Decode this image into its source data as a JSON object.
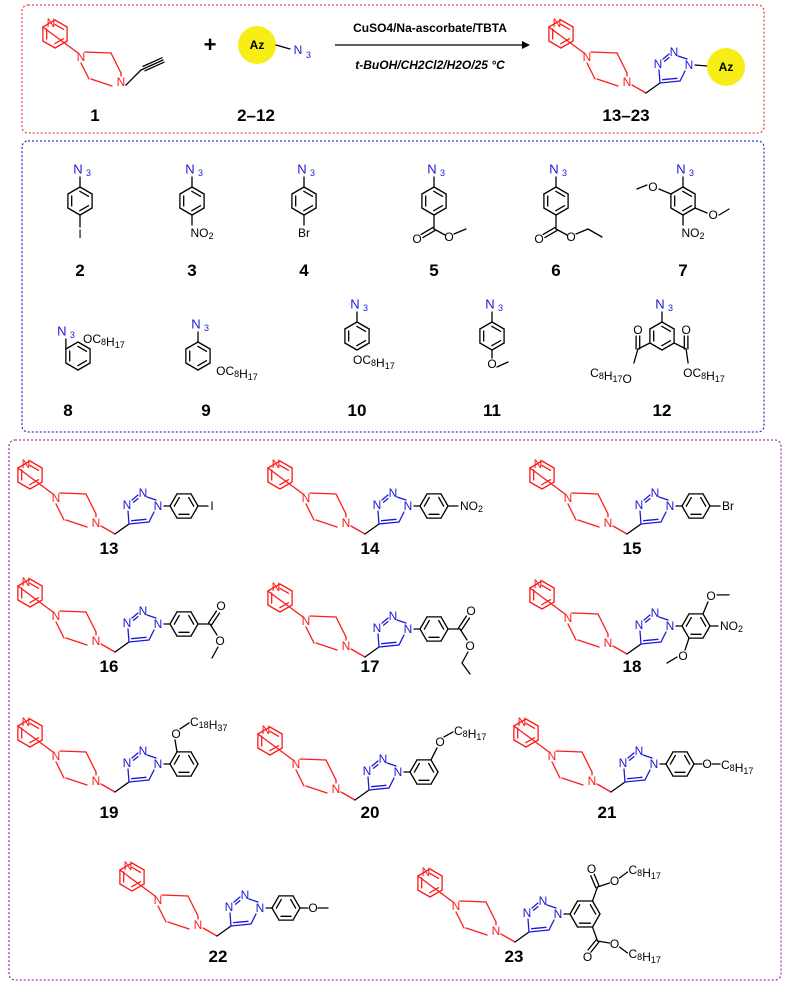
{
  "reaction": {
    "reagents_top": "CuSO4/Na-ascorbate/TBTA",
    "reagents_bottom": "t-BuOH/CH2Cl2/H2O/25 °C",
    "plus": "+",
    "az_label": "Az",
    "azide_label": "N3",
    "labels": [
      "1",
      "2–12",
      "13–23"
    ]
  },
  "azides": [
    {
      "label": "2",
      "substituents": [
        "I"
      ]
    },
    {
      "label": "3",
      "substituents": [
        "NO2"
      ]
    },
    {
      "label": "4",
      "substituents": [
        "Br"
      ]
    },
    {
      "label": "5",
      "substituents": [
        "O"
      ]
    },
    {
      "label": "6",
      "substituents": [
        "O"
      ]
    },
    {
      "label": "7",
      "substituents": [
        "O",
        "O",
        "NO2"
      ]
    },
    {
      "label": "8",
      "substituents": [
        "OC8H17"
      ]
    },
    {
      "label": "9",
      "substituents": [
        "OC8H17"
      ]
    },
    {
      "label": "10",
      "substituents": [
        "OC8H17"
      ]
    },
    {
      "label": "11",
      "substituents": [
        "O"
      ]
    },
    {
      "label": "12",
      "substituents": [
        "C8H17O",
        "OC8H17"
      ]
    }
  ],
  "products": [
    {
      "label": "13",
      "tail": [
        "I"
      ]
    },
    {
      "label": "14",
      "tail": [
        "NO2"
      ]
    },
    {
      "label": "15",
      "tail": [
        "Br"
      ]
    },
    {
      "label": "16",
      "tail": [
        "O"
      ]
    },
    {
      "label": "17",
      "tail": [
        "O"
      ]
    },
    {
      "label": "18",
      "tail": [
        "O",
        "NO2",
        "O"
      ]
    },
    {
      "label": "19",
      "tail": [
        "O",
        "C18H37"
      ]
    },
    {
      "label": "20",
      "tail": [
        "O",
        "C8H17"
      ]
    },
    {
      "label": "21",
      "tail": [
        "O",
        "C8H17"
      ]
    },
    {
      "label": "22",
      "tail": [
        "O"
      ]
    },
    {
      "label": "23",
      "tail": [
        "O",
        "C8H17",
        "O",
        "C8H17"
      ]
    }
  ],
  "colors": {
    "red_frame": "#e8464a",
    "blue_frame": "#2f3bd1",
    "purple_frame": "#9b3fa0",
    "scaffold": "#ff1a1a",
    "triazole": "#1a1ad6",
    "az_circle": "#f6ee16"
  }
}
